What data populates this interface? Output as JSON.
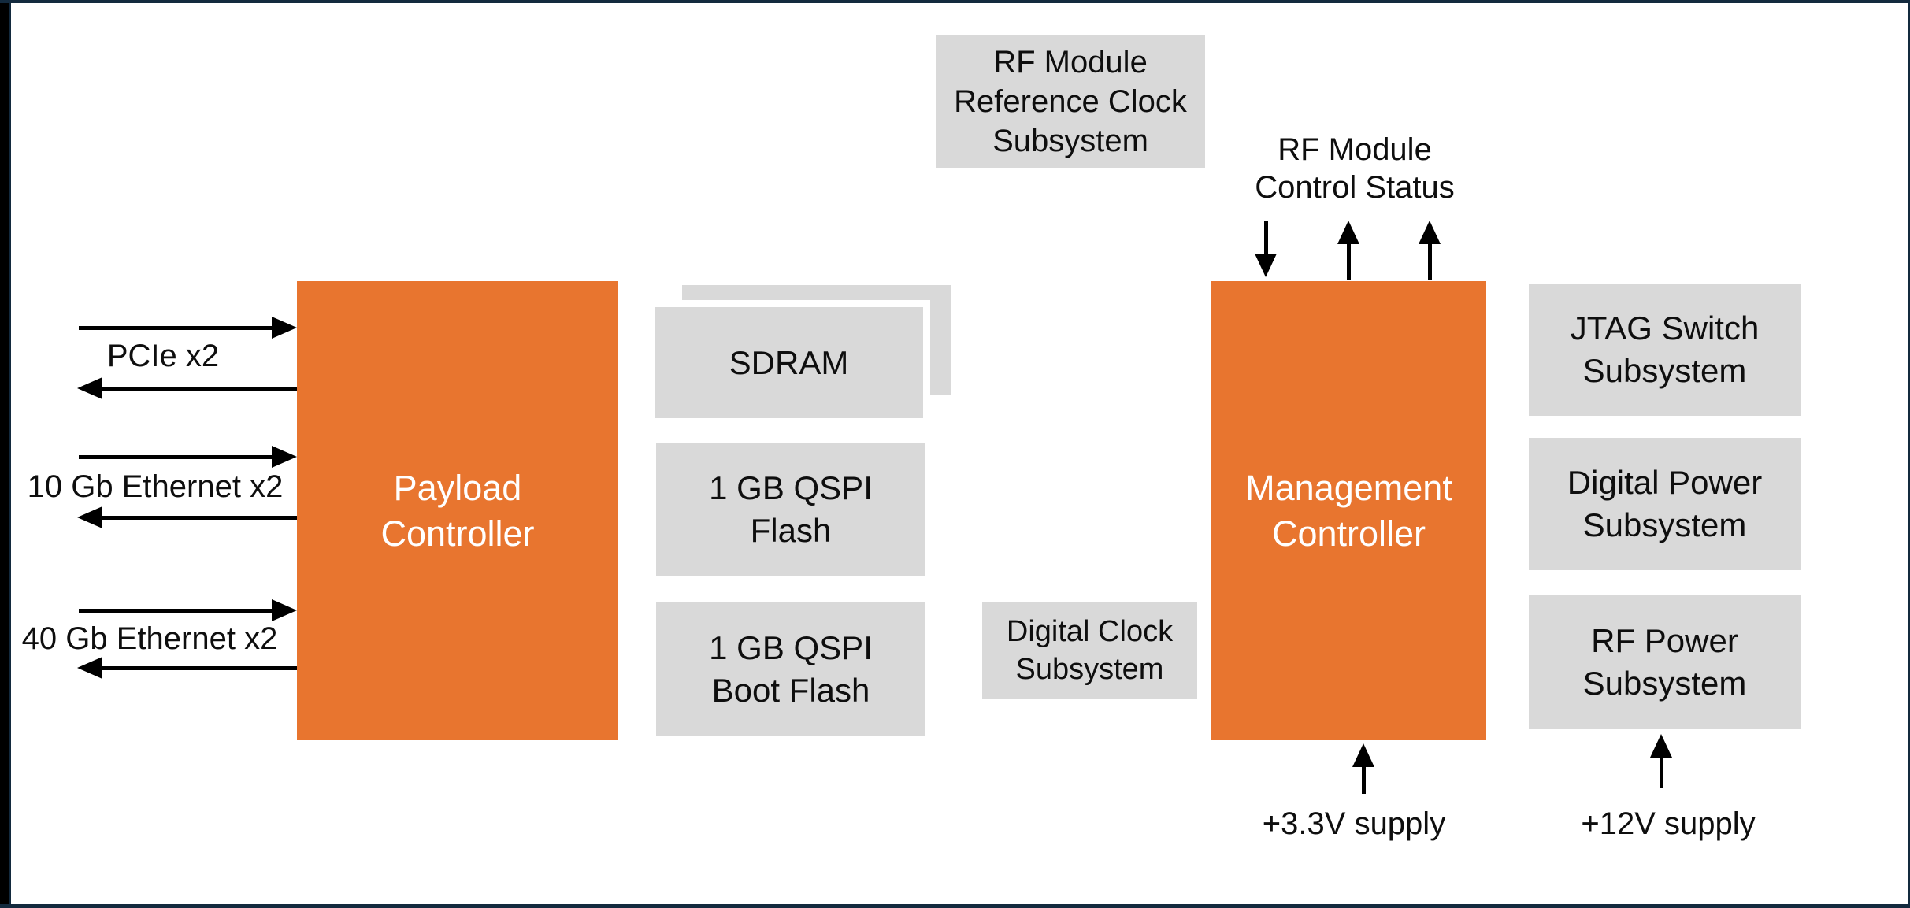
{
  "colors": {
    "controller_fill": "#E8752F",
    "subsystem_fill": "#D9D9D9",
    "frame_navy": "#132A3E",
    "frame_black": "#000000",
    "arrow_black": "#000000",
    "text_dark": "#0E0E0E",
    "text_on_controller": "#FFFFFF",
    "canvas_white": "#FFFFFF"
  },
  "boxes": {
    "payload_controller": "Payload\nController",
    "management_controller": "Management\nController",
    "sdram": "SDRAM",
    "qspi_flash": "1 GB QSPI\nFlash",
    "qspi_boot_flash": "1 GB QSPI\nBoot Flash",
    "rf_ref_clock": "RF Module\nReference Clock\nSubsystem",
    "jtag_switch": "JTAG Switch\nSubsystem",
    "digital_power": "Digital Power\nSubsystem",
    "rf_power": "RF Power\nSubsystem",
    "digital_clock": "Digital Clock\nSubsystem"
  },
  "labels": {
    "pcie": "PCIe x2",
    "eth10": "10 Gb Ethernet x2",
    "eth40": "40 Gb Ethernet x2",
    "rf_control_status": "RF Module\nControl Status",
    "supply_3v3": "+3.3V supply",
    "supply_12v": "+12V supply"
  }
}
